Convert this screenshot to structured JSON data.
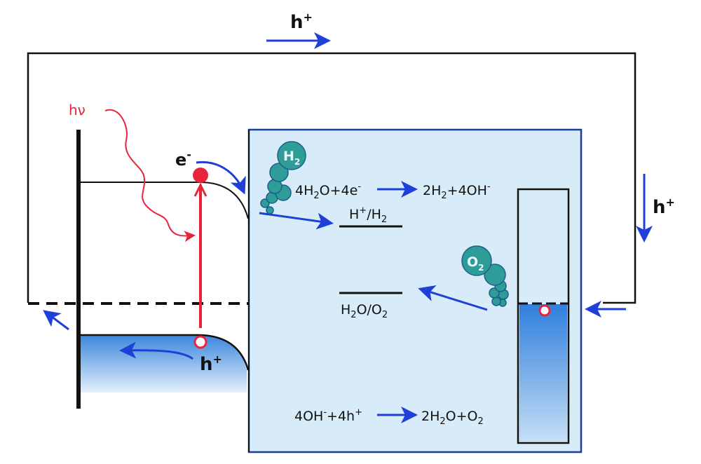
{
  "diagram": {
    "title": "Photoelectrochemical water splitting band diagram",
    "colors": {
      "electrolyte": "#d7ecf8",
      "electrolyte_border": "#1b3f9a",
      "arrow_blue": "#1f3fd9",
      "photon_red": "#e8243c",
      "bubble_teal": "#2e9c98",
      "bubble_outline": "#1c5f8a",
      "band_fill_top": "#3a86dd",
      "band_fill_bottom": "#d4e8f7",
      "wire": "#111111"
    },
    "labels": {
      "top_hole": "h",
      "top_hole_sup": "+",
      "right_hole": "h",
      "right_hole_sup": "+",
      "photon": "hν",
      "electron": "e",
      "electron_sup": "-",
      "valence_hole": "h",
      "valence_hole_sup": "+",
      "h2_bubble": "H",
      "h2_bubble_sub": "2",
      "o2_bubble": "O",
      "o2_bubble_sub": "2"
    },
    "reactions": {
      "reduction": {
        "left": [
          {
            "t": "4H"
          },
          {
            "sub": "2"
          },
          {
            "t": "O+4e"
          },
          {
            "sup": "-"
          }
        ],
        "right": [
          {
            "t": "2H"
          },
          {
            "sub": "2"
          },
          {
            "t": "+4OH"
          },
          {
            "sup": "-"
          }
        ]
      },
      "oxidation": {
        "left": [
          {
            "t": "4OH"
          },
          {
            "sup": "-"
          },
          {
            "t": "+4h"
          },
          {
            "sup": "+"
          }
        ],
        "right": [
          {
            "t": "2H"
          },
          {
            "sub": "2"
          },
          {
            "t": "O+O"
          },
          {
            "sub": "2"
          }
        ]
      }
    },
    "redox_levels": {
      "h2": [
        {
          "t": "H"
        },
        {
          "sup": "+"
        },
        {
          "t": "/H"
        },
        {
          "sub": "2"
        }
      ],
      "o2": [
        {
          "t": "H"
        },
        {
          "sub": "2"
        },
        {
          "t": "O/O"
        },
        {
          "sub": "2"
        }
      ]
    }
  }
}
